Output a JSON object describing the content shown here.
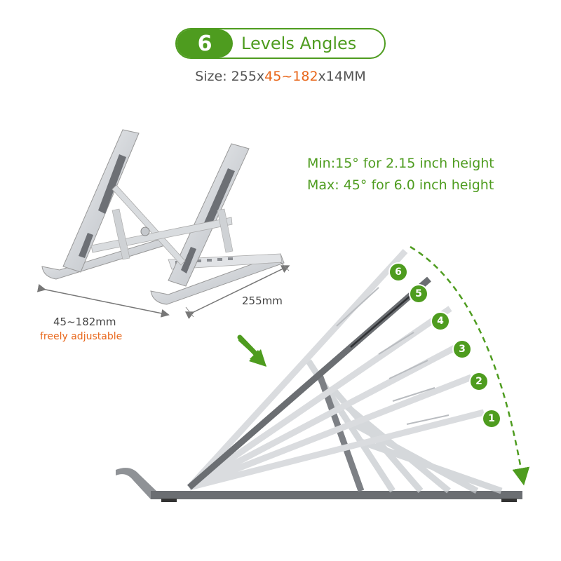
{
  "header": {
    "levels_number": "6",
    "levels_label": "Levels Angles",
    "size_prefix": "Size: 255x",
    "size_highlight": "45~182",
    "size_suffix": "x14MM"
  },
  "specs": {
    "min": "Min:15° for 2.15 inch height",
    "max": "Max: 45° for 6.0 inch height"
  },
  "dimensions": {
    "length": "255mm",
    "height": "45~182mm",
    "height_note": "freely adjustable"
  },
  "levels": [
    "1",
    "2",
    "3",
    "4",
    "5",
    "6"
  ],
  "colors": {
    "accent_green": "#4e9c1f",
    "highlight_orange": "#e8671b",
    "aluminum": "#c9ccd0",
    "dark_metal": "#5b5d61"
  }
}
